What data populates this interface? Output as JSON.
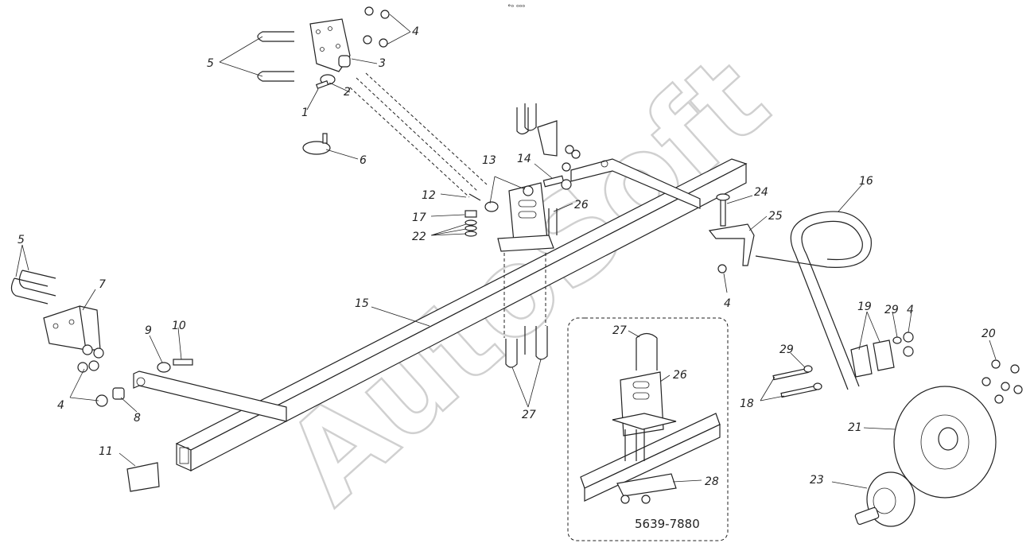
{
  "header_mark": "°ᵒ ᵒᵒᵒ",
  "watermark": "AutoSoft",
  "drawing_code": "5639-7880",
  "callouts": [
    "1",
    "2",
    "3",
    "4",
    "5",
    "6",
    "7",
    "8",
    "9",
    "10",
    "11",
    "12",
    "13",
    "14",
    "15",
    "16",
    "17",
    "18",
    "19",
    "20",
    "21",
    "22",
    "23",
    "24",
    "25",
    "26",
    "27",
    "28",
    "29"
  ],
  "inset_callouts": {
    "c27": "27",
    "c26": "26",
    "c28": "28"
  }
}
